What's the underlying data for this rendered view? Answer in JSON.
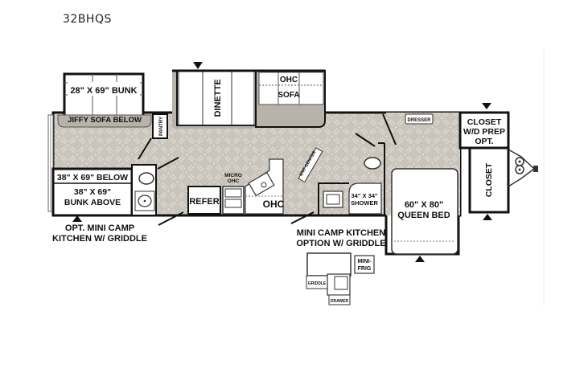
{
  "header": {
    "model_name": "32BHQS"
  },
  "floorplan": {
    "floor_color": "#c9c4bc",
    "slide_color": "#b7b2aa",
    "wall_color": "#111111",
    "labels": {
      "bunk_top": "28\" X 69\" BUNK",
      "jiffy_sofa": "JIFFY SOFA BELOW",
      "pantry": "PANTRY",
      "dinette": "DINETTE",
      "ohc_top": "OHC",
      "sofa": "SOFA",
      "dresser": "DRESSER",
      "closet_wd_line1": "CLOSET",
      "closet_wd_line2": "W/D PREP",
      "closet_wd_line3": "OPT.",
      "closet_front": "CLOSET",
      "bunk_below": "38\" X 69\" BELOW",
      "bunk_above_line1": "38\" X 69\"",
      "bunk_above_line2": "BUNK ABOVE",
      "refer": "REFER",
      "micro_line1": "MICRO",
      "micro_line2": "OHC",
      "ohc_kitchen": "OHC",
      "ent_center": "ENT CENTER",
      "shower_line1": "34\" X 34\"",
      "shower_line2": "SHOWER",
      "queen_line1": "60\" X 80\"",
      "queen_line2": "QUEEN BED"
    },
    "callouts": {
      "opt_mini_line1": "OPT. MINI CAMP",
      "opt_mini_line2": "KITCHEN W/ GRIDDLE",
      "mini_camp_line1": "MINI CAMP KITCHEN",
      "mini_camp_line2": "OPTION W/ GRIDDLE"
    },
    "mini_kitchen_detail": {
      "mini_frig_line1": "MINI-",
      "mini_frig_line2": "FRIG",
      "griddle": "GRIDDLE",
      "drawer": "DRAWER"
    }
  }
}
